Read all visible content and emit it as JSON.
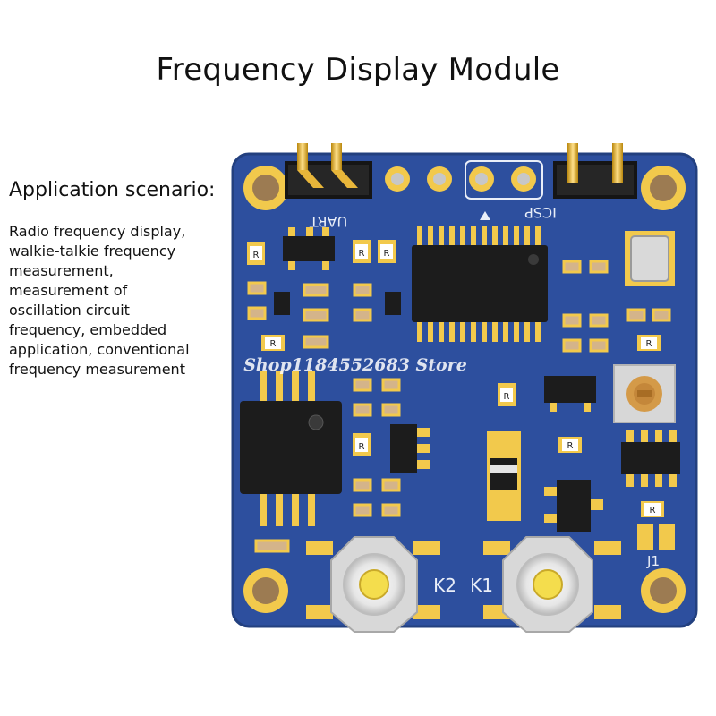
{
  "title": "Frequency Display Module",
  "scenario": {
    "heading": "Application scenario:",
    "lines": [
      "Radio frequency display,",
      "walkie-talkie frequency",
      "measurement,",
      "measurement of",
      "oscillation circuit",
      "frequency, embedded",
      "application, conventional",
      "frequency measurement"
    ]
  },
  "board": {
    "labels": {
      "uart": "UART",
      "icsp": "ICSP",
      "k1": "K1",
      "k2": "K2",
      "j1": "J1",
      "resistor": "R"
    },
    "watermark": "Shop1184552683 Store",
    "colors": {
      "pcb": "#2d4f9e",
      "pad": "#f2c94c",
      "chip": "#1c1c1c",
      "ring": "#8a8a8a"
    }
  }
}
